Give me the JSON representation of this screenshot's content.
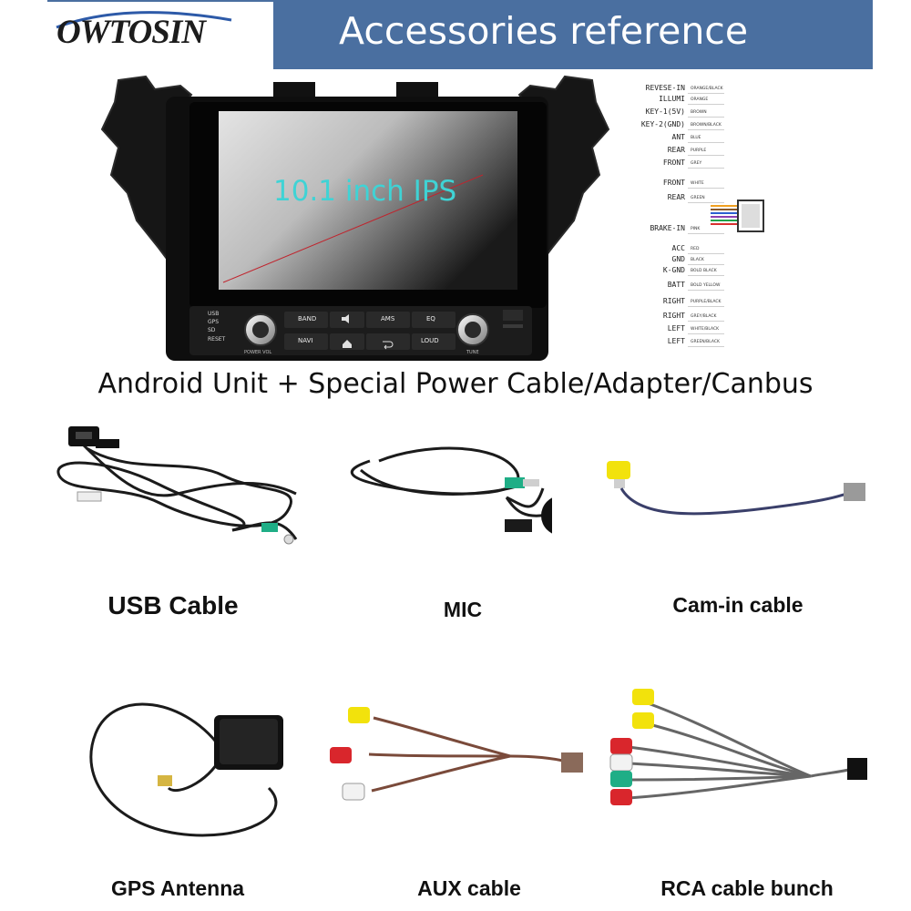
{
  "header": {
    "brand": "OWTOSIN",
    "title": "Accessories reference"
  },
  "unit": {
    "screen_label": "10.1 inch IPS",
    "side_labels": [
      "USB",
      "GPS",
      "SD",
      "RESET"
    ],
    "buttons_top": [
      "BAND",
      "",
      "AMS",
      "EQ"
    ],
    "buttons_bottom": [
      "NAVI",
      "",
      "",
      "LOUD"
    ],
    "knob_left_label": "POWER VOL",
    "knob_right_label": "TUNE",
    "icons": [
      "mute-icon",
      "home-icon",
      "back-icon"
    ]
  },
  "wiring": [
    {
      "name": "REVESE-IN",
      "color": "ORANGE/BLACK"
    },
    {
      "name": "ILLUMI",
      "color": "ORANGE"
    },
    {
      "name": "KEY-1(5V)",
      "color": "BROWN"
    },
    {
      "name": "KEY-2(GND)",
      "color": "BROWN/BLACK"
    },
    {
      "name": "ANT",
      "color": "BLUE"
    },
    {
      "name": "REAR",
      "color": "PURPLE"
    },
    {
      "name": "FRONT",
      "color": "GREY"
    },
    {
      "name": "FRONT",
      "color": "WHITE"
    },
    {
      "name": "REAR",
      "color": "GREEN"
    },
    {
      "name": "BRAKE-IN",
      "color": "PINK"
    },
    {
      "name": "ACC",
      "color": "RED"
    },
    {
      "name": "GND",
      "color": "BLACK"
    },
    {
      "name": "K-GND",
      "color": "BOLD BLACK"
    },
    {
      "name": "BATT",
      "color": "BOLD YELLOW"
    },
    {
      "name": "RIGHT",
      "color": "PURPLE/BLACK"
    },
    {
      "name": "RIGHT",
      "color": "GREY/BLACK"
    },
    {
      "name": "LEFT",
      "color": "WHITE/BLACK"
    },
    {
      "name": "LEFT",
      "color": "GREEN/BLACK"
    }
  ],
  "caption": "Android Unit + Special Power Cable/Adapter/Canbus",
  "accessories": [
    {
      "label": "USB Cable"
    },
    {
      "label": "MIC"
    },
    {
      "label": "Cam-in cable"
    },
    {
      "label": "GPS Antenna"
    },
    {
      "label": "AUX cable"
    },
    {
      "label": "RCA cable bunch"
    }
  ],
  "colors": {
    "header_bg": "#4a6fa0",
    "screen_text": "#3fd3d5",
    "rca_yellow": "#f2e20c",
    "rca_red": "#d9262c",
    "rca_white": "#f2f2f2",
    "rca_green": "#1fae86"
  }
}
